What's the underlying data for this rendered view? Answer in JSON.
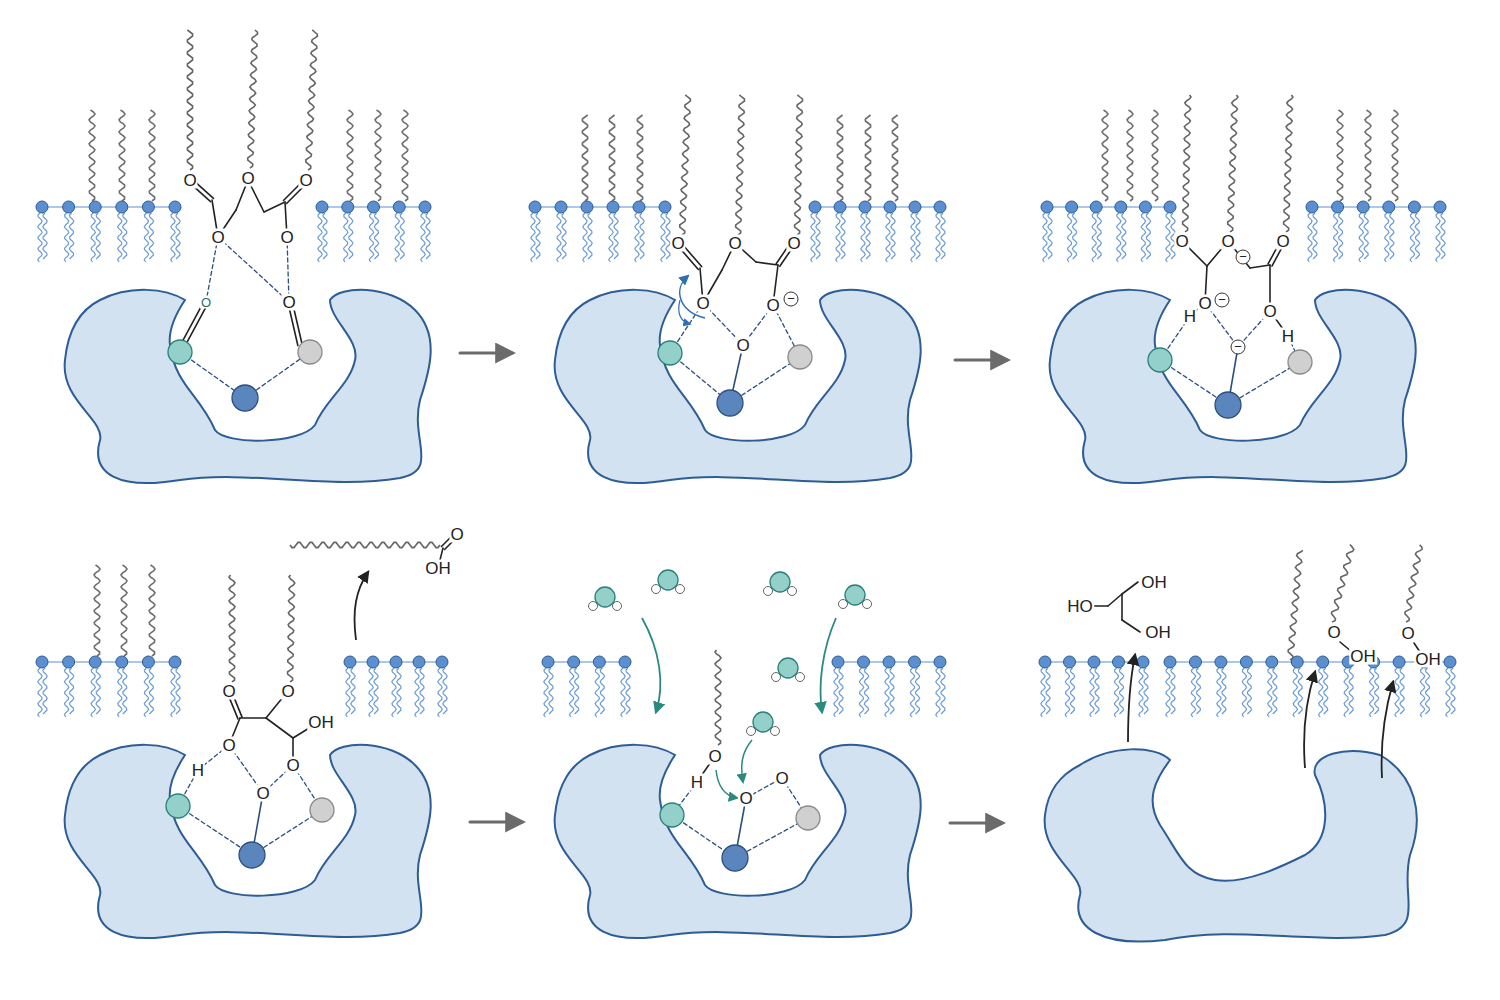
{
  "diagram": {
    "labels": [
      "O",
      "O",
      "O",
      "O",
      "O",
      "O",
      "O",
      "O",
      "O",
      "O",
      "O",
      "O",
      "−",
      "O",
      "O",
      "O",
      "O",
      "−",
      "O",
      "−",
      "H",
      "O",
      "H",
      "−",
      "O",
      "OH",
      "O",
      "O",
      "OH",
      "O",
      "O",
      "H",
      "O",
      "O",
      "H",
      "O",
      "O",
      "OH",
      "HO",
      "OH",
      "O",
      "OH",
      "O",
      "OH"
    ]
  }
}
